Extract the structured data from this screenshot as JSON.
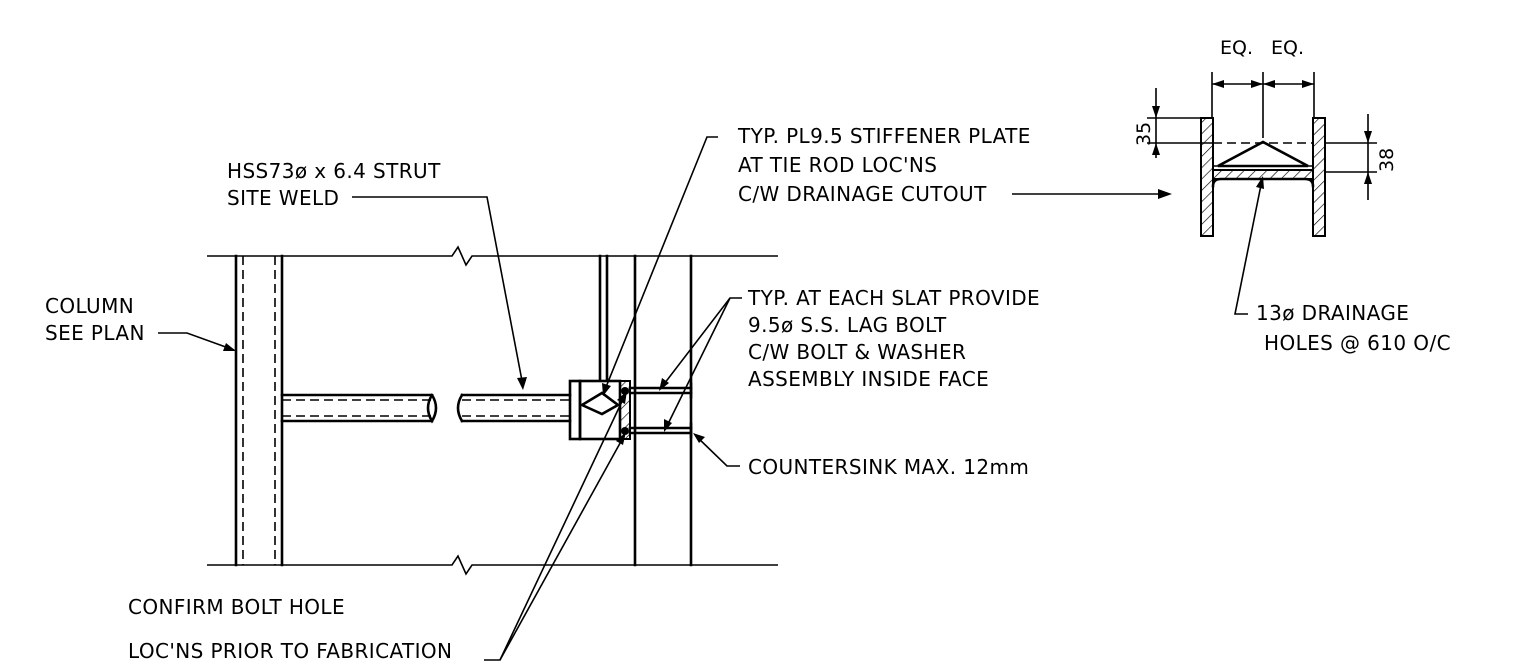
{
  "labels": {
    "strut_line1": "HSS73ø x 6.4 STRUT",
    "strut_line2": "SITE WELD",
    "column_line1": "COLUMN",
    "column_line2": "SEE PLAN",
    "stiffener_line1": "TYP. PL9.5 STIFFENER PLATE",
    "stiffener_line2": "AT TIE ROD LOC'NS",
    "stiffener_line3": "C/W DRAINAGE CUTOUT",
    "slat_line1": "TYP. AT EACH SLAT PROVIDE",
    "slat_line2": "9.5ø S.S. LAG BOLT",
    "slat_line3": "C/W BOLT & WASHER",
    "slat_line4": "ASSEMBLY INSIDE FACE",
    "countersink": "COUNTERSINK MAX. 12mm",
    "confirm_line1": "CONFIRM BOLT HOLE",
    "confirm_line2": "LOC'NS PRIOR TO FABRICATION",
    "drainage_line1": "13ø DRAINAGE",
    "drainage_line2": "HOLES @ 610 O/C"
  },
  "dimensions": {
    "eq_left": "EQ.",
    "eq_right": "EQ.",
    "depth_left": "35",
    "depth_right": "38"
  }
}
